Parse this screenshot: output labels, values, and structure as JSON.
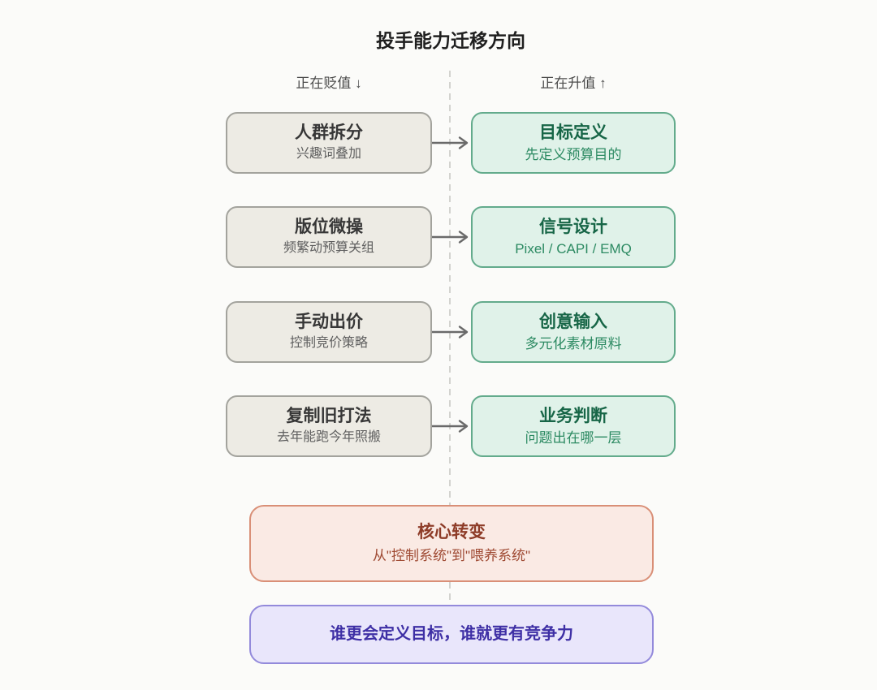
{
  "title": "投手能力迁移方向",
  "columns": {
    "left_label": "正在贬值 ↓",
    "right_label": "正在升值 ↑"
  },
  "rows": [
    {
      "from": {
        "title": "人群拆分",
        "subtitle": "兴趣词叠加"
      },
      "to": {
        "title": "目标定义",
        "subtitle": "先定义预算目的"
      }
    },
    {
      "from": {
        "title": "版位微操",
        "subtitle": "频繁动预算关组"
      },
      "to": {
        "title": "信号设计",
        "subtitle": "Pixel / CAPI / EMQ"
      }
    },
    {
      "from": {
        "title": "手动出价",
        "subtitle": "控制竞价策略"
      },
      "to": {
        "title": "创意输入",
        "subtitle": "多元化素材原料"
      }
    },
    {
      "from": {
        "title": "复制旧打法",
        "subtitle": "去年能跑今年照搬"
      },
      "to": {
        "title": "业务判断",
        "subtitle": "问题出在哪一层"
      }
    }
  ],
  "core_shift": {
    "title": "核心转变",
    "subtitle": "从\"控制系统\"到\"喂养系统\""
  },
  "conclusion": {
    "text": "谁更会定义目标，谁就更有竞争力"
  },
  "colors": {
    "page_background": "#fbfbf9",
    "old_card_background": "#edebe4",
    "old_card_border": "#a3a39d",
    "new_card_background": "#e0f2e9",
    "new_card_border": "#63ab8c",
    "new_card_text": "#176647",
    "core_card_background": "#faeae4",
    "core_card_border": "#d98f77",
    "core_card_text": "#8e3c28",
    "conclusion_card_background": "#e9e6fb",
    "conclusion_card_border": "#938adb",
    "conclusion_card_text": "#3e2fa5",
    "arrow": "#6a6a6a",
    "divider": "#d3d3cf"
  }
}
